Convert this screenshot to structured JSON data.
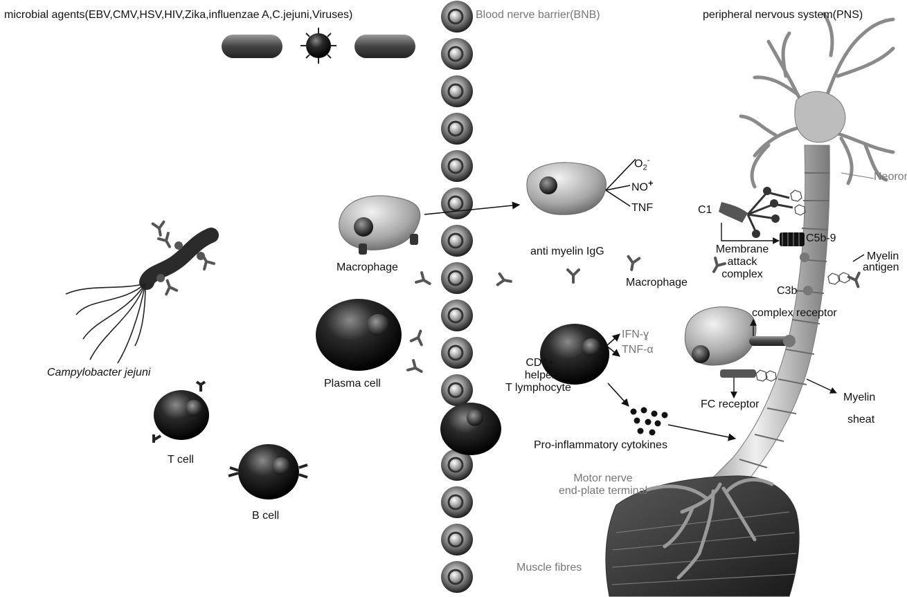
{
  "header": {
    "microbial_agents": "microbial agents(EBV,CMV,HSV,HIV,Zika,influenzae A,C.jejuni,Viruses)",
    "bnb": "Blood nerve barrier(BNB)",
    "pns": "peripheral nervous system(PNS)"
  },
  "labels": {
    "campylobacter": "Campylobacter jejuni",
    "t_cell": "T cell",
    "b_cell": "B cell",
    "macrophage_left": "Macrophage",
    "plasma_cell": "Plasma cell",
    "anti_myelin_igg": "anti myelin IgG",
    "o2": "O",
    "o2_sub": "2",
    "o2_sup": "-",
    "no": "NO",
    "no_sup": "+",
    "tnf": "TNF",
    "cd4_line1": "CD4+",
    "cd4_line2": "helper",
    "cd4_line3": "T lymphocyte",
    "ifn": "IFN-ɣ",
    "tnf_alpha": "TNF-α",
    "cytokines": "Pro-inflammatory cytokines",
    "motor_nerve_line1": "Motor nerve",
    "motor_nerve_line2": "end-plate terminal",
    "muscle_fibres": "Muscle fibres",
    "neuron": "Neoron",
    "c1": "C1",
    "mac_line1": "Membrane",
    "mac_line2": "attack",
    "mac_line3": "complex",
    "c5b9": "C5b-9",
    "myelin_antigen_line1": "Myelin",
    "myelin_antigen_line2": "antigen",
    "c3b": "C3b",
    "macrophage_right": "Macrophage",
    "complex_receptor": "complex receptor",
    "fc_receptor": "FC receptor",
    "myelin_sheat_line1": "Myelin",
    "myelin_sheat_line2": "sheat"
  }
}
